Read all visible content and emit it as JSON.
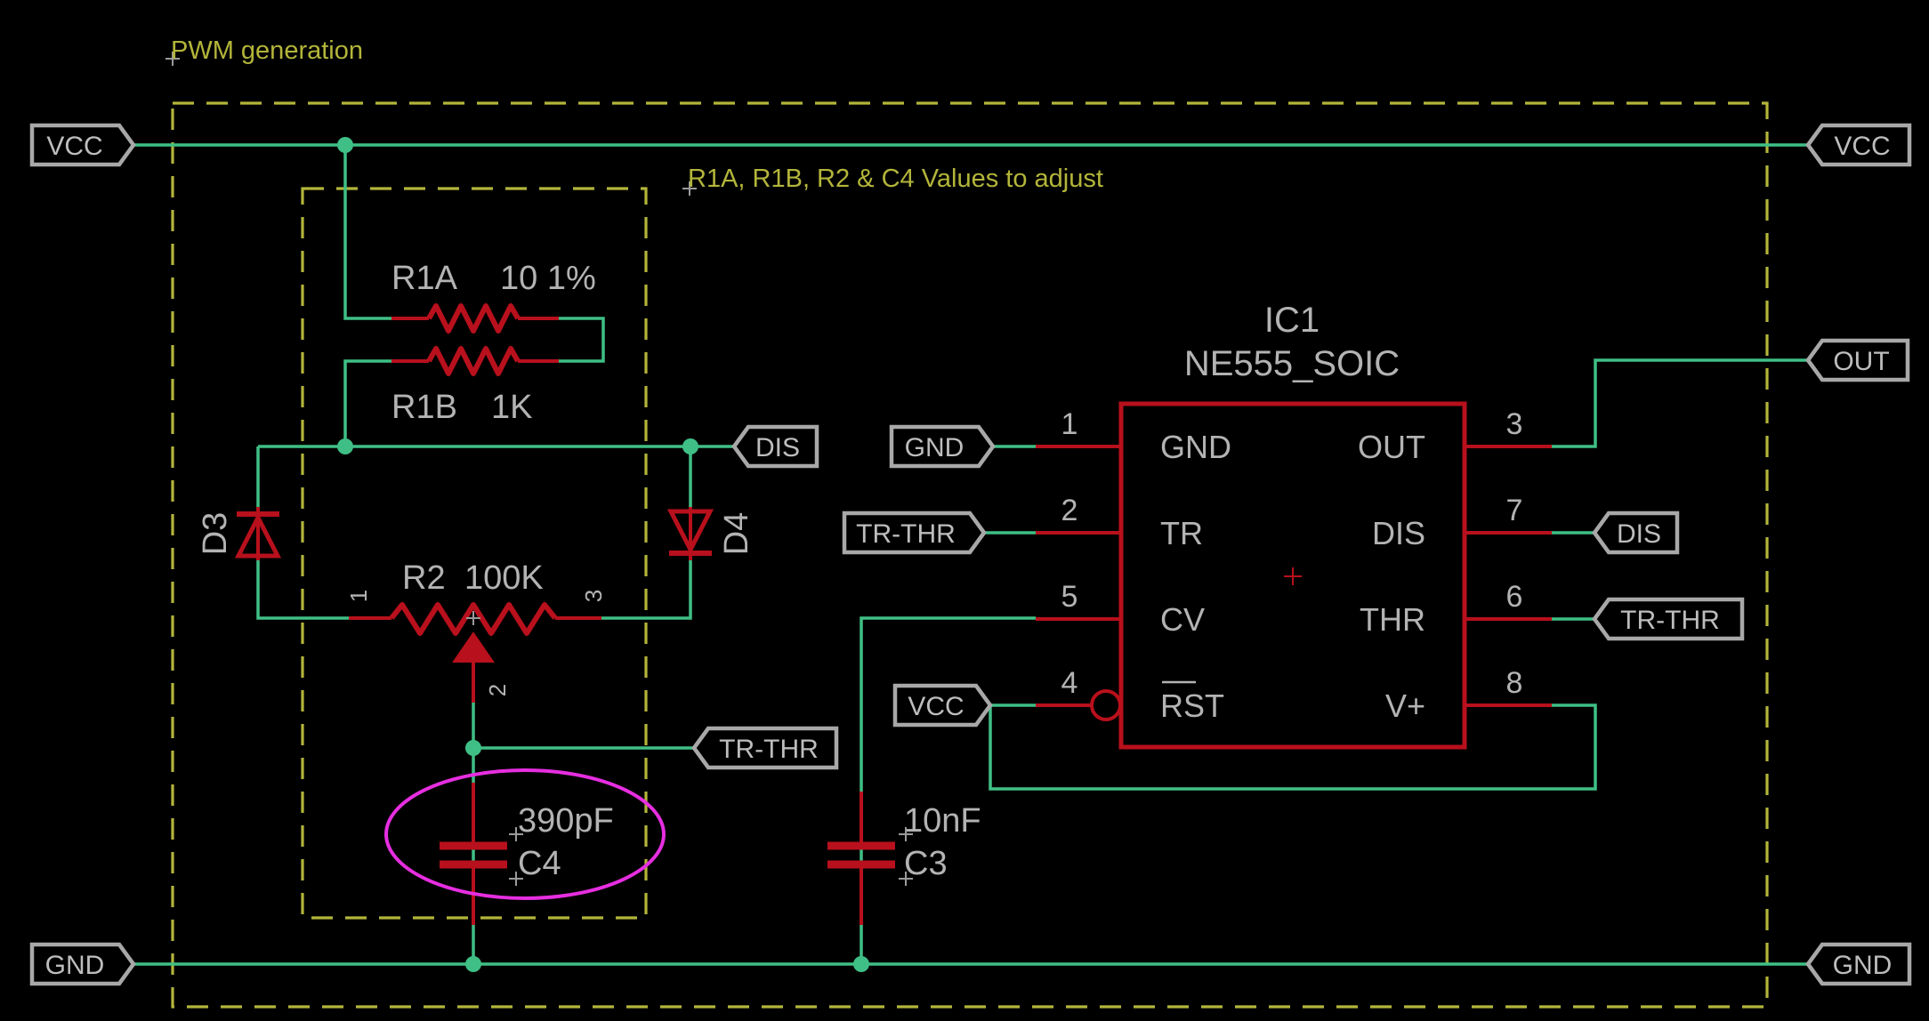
{
  "notes": {
    "block_title": "PWM generation",
    "adjust_note": "R1A, R1B, R2 & C4 Values to adjust"
  },
  "ports": {
    "vcc_left": "VCC",
    "vcc_right": "VCC",
    "gnd_left": "GND",
    "gnd_right": "GND",
    "out": "OUT",
    "dis_left": "DIS",
    "dis_right": "DIS",
    "gnd_ic": "GND",
    "trthr_left": "TR-THR",
    "trthr_mid": "TR-THR",
    "trthr_right": "TR-THR",
    "vcc_ic": "VCC"
  },
  "components": {
    "r1a": {
      "name": "R1A",
      "value": "10 1%"
    },
    "r1b": {
      "name": "R1B",
      "value": "1K"
    },
    "r2": {
      "name": "R2",
      "value": "100K",
      "pin1": "1",
      "pin2": "2",
      "pin3": "3"
    },
    "d3": {
      "name": "D3"
    },
    "d4": {
      "name": "D4"
    },
    "c4": {
      "name": "C4",
      "value": "390pF"
    },
    "c3": {
      "name": "C3",
      "value": "10nF"
    },
    "ic1": {
      "name": "IC1",
      "part": "NE555_SOIC",
      "pins_left": [
        {
          "num": "1",
          "name": "GND"
        },
        {
          "num": "2",
          "name": "TR"
        },
        {
          "num": "5",
          "name": "CV"
        },
        {
          "num": "4",
          "name": "RST"
        }
      ],
      "pins_right": [
        {
          "num": "3",
          "name": "OUT"
        },
        {
          "num": "7",
          "name": "DIS"
        },
        {
          "num": "6",
          "name": "THR"
        },
        {
          "num": "8",
          "name": "V+"
        }
      ]
    }
  },
  "colors": {
    "background": "#000000",
    "wire": "#3fbf86",
    "component": "#b8101c",
    "frame": "#b3b53a",
    "label": "#b3b3b3",
    "highlight": "#e62ee0"
  }
}
